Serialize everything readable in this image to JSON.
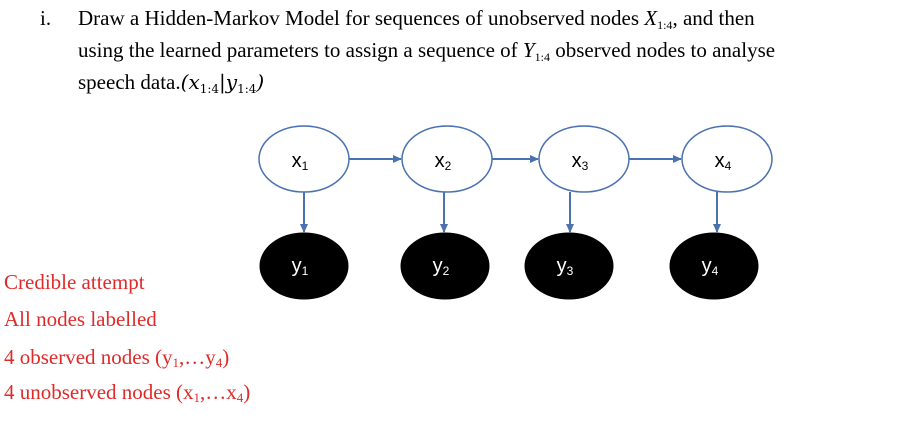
{
  "question": {
    "marker": "i.",
    "line1": "Draw a Hidden-Markov Model for sequences of unobserved nodes",
    "line1_var": "X",
    "line1_sub": "1:4",
    "line1_end": ", and then",
    "line2_start": "using the learned parameters to assign a sequence of",
    "line2_var": "Y",
    "line2_sub": "1:4",
    "line2_end": "observed nodes  to analyse",
    "line3_start": "speech data.",
    "line3_math_open": "(",
    "line3_math_x": "x",
    "line3_math_xsub": "1:4",
    "line3_math_bar": "|",
    "line3_math_y": "y",
    "line3_math_ysub": "1:4",
    "line3_math_close": ")"
  },
  "diagram": {
    "hidden_nodes": [
      {
        "base": "x",
        "sub": "1"
      },
      {
        "base": "x",
        "sub": "2"
      },
      {
        "base": "x",
        "sub": "3"
      },
      {
        "base": "x",
        "sub": "4"
      }
    ],
    "observed_nodes": [
      {
        "base": "y",
        "sub": "1"
      },
      {
        "base": "y",
        "sub": "2"
      },
      {
        "base": "y",
        "sub": "3"
      },
      {
        "base": "y",
        "sub": "4"
      }
    ],
    "colors": {
      "arrow": "#4a72b0",
      "hidden_fill": "#ffffff",
      "hidden_stroke": "#4a72b0",
      "observed_fill": "#000000",
      "observed_text": "#ffffff"
    }
  },
  "marking": {
    "color": "#e02a2a",
    "line1": "Credible attempt",
    "line2": "All nodes labelled",
    "line3_start": "4 observed nodes (y",
    "line3_sub1": "1",
    "line3_mid": ",…y",
    "line3_sub2": "4",
    "line3_end": ")",
    "line4_start": "4 unobserved nodes (x",
    "line4_sub1": "1",
    "line4_mid": ",…x",
    "line4_sub2": "4",
    "line4_end": ")"
  }
}
